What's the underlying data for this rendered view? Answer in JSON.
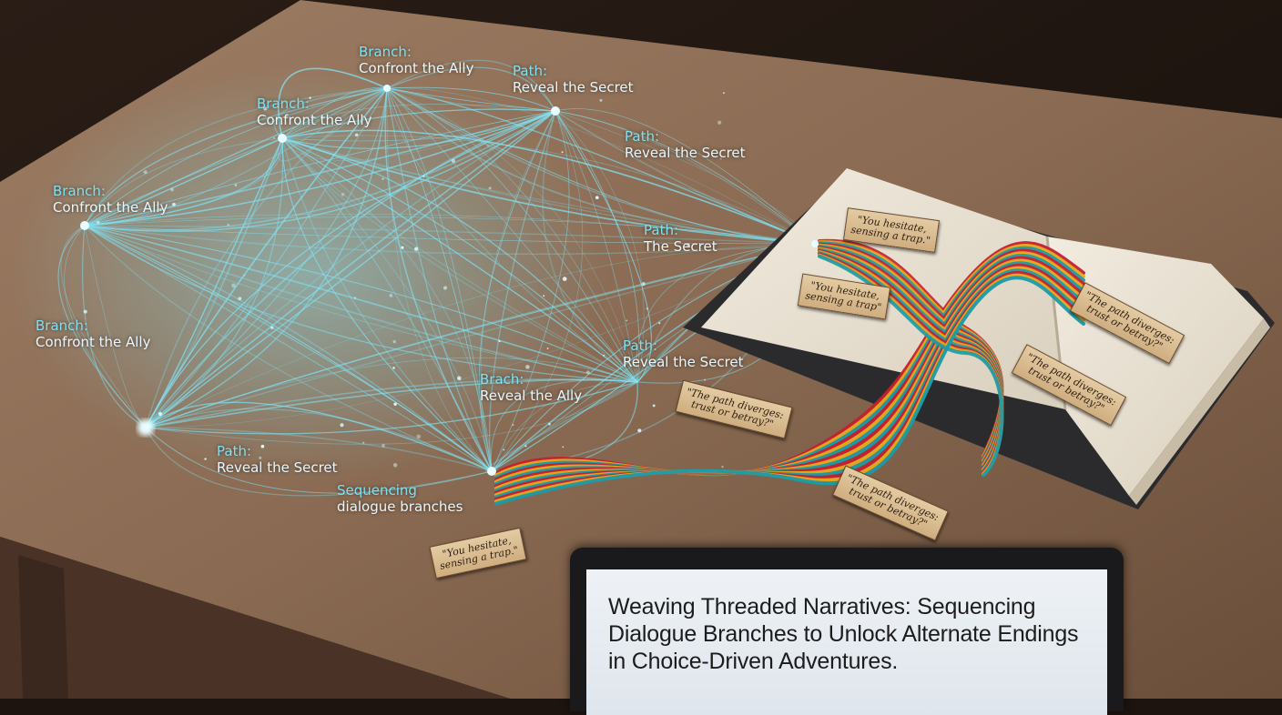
{
  "nodes": [
    {
      "kind": "Branch:",
      "text": "Confront the Ally"
    },
    {
      "kind": "Path:",
      "text": "Reveal the Secret"
    },
    {
      "kind": "Branch:",
      "text": "Confront the Ally"
    },
    {
      "kind": "Path:",
      "text": "Reveal the Secret"
    },
    {
      "kind": "Branch:",
      "text": "Confront the Ally"
    },
    {
      "kind": "Path:",
      "text": "The Secret"
    },
    {
      "kind": "Branch:",
      "text": "Confront the Ally"
    },
    {
      "kind": "Path:",
      "text": "Reveal the Secret"
    },
    {
      "kind": "Brach:",
      "text": "Reveal the Ally"
    },
    {
      "kind": "Path:",
      "text": "Reveal the Secret"
    },
    {
      "kind": "Sequencing",
      "text": "dialogue branches"
    }
  ],
  "tags": {
    "hesitate": [
      "\"You hesitate,",
      "sensing a trap.\""
    ],
    "hesitate_alt": [
      "\"You hesitate,",
      "sensing a trap\""
    ],
    "diverges": [
      "\"The path diverges:",
      "trust or betray?\""
    ]
  },
  "laptop": {
    "title": "Weaving Threaded Narratives: Sequencing Dialogue Branches to Unlock Alternate Endings in Choice-Driven Adventures."
  },
  "colors": {
    "thread_cyan": "#7fe3f5",
    "yarn_red": "#c4202e",
    "yarn_yellow": "#e8a91c",
    "yarn_teal": "#1b9aa8",
    "table_wood": "#8a6a52"
  }
}
